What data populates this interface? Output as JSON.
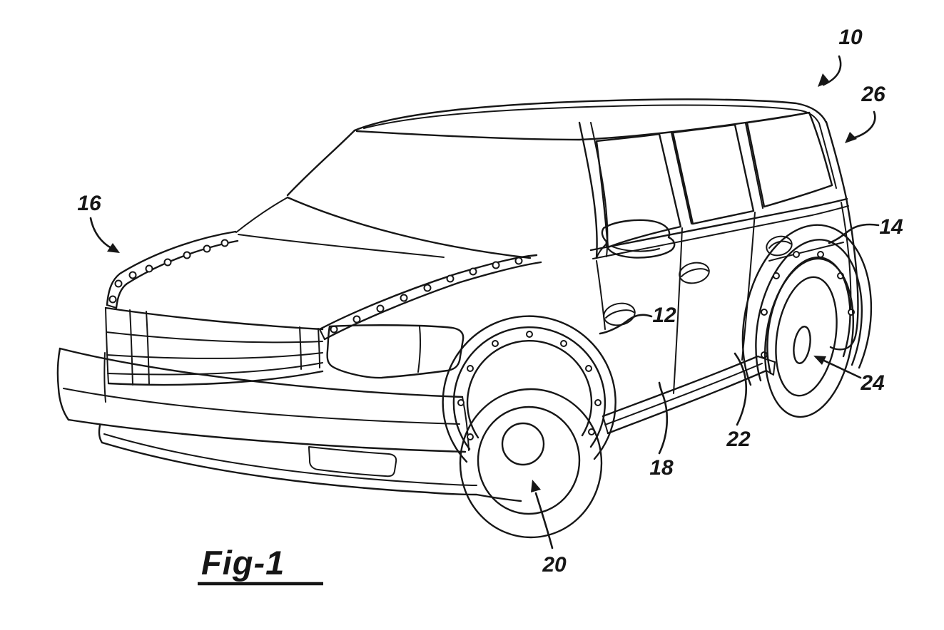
{
  "figure": {
    "label": "Fig-1",
    "description": "Patent-style line drawing of a sport utility vehicle, front three-quarter view, with riveted trim strips on hood edges and wheel fender flares"
  },
  "colors": {
    "ink": "#161616",
    "background": "#ffffff"
  },
  "reference_numerals": [
    {
      "text": "10",
      "target": "vehicle overall"
    },
    {
      "text": "26",
      "target": "rear quarter panel"
    },
    {
      "text": "16",
      "target": "hood edge trim with fasteners"
    },
    {
      "text": "14",
      "target": "rear fender trim"
    },
    {
      "text": "12",
      "target": "front door upper panel"
    },
    {
      "text": "18",
      "target": "front door lower panel"
    },
    {
      "text": "22",
      "target": "rear door lower panel"
    },
    {
      "text": "24",
      "target": "rear wheel"
    },
    {
      "text": "20",
      "target": "front wheel"
    }
  ]
}
